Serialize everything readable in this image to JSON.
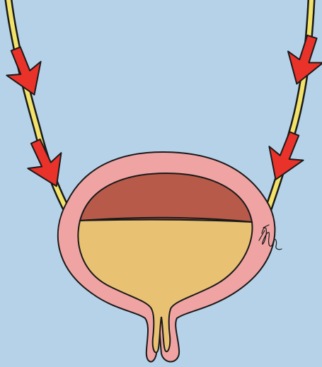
{
  "diagram": {
    "background_color": "#b6d2e8",
    "outline_color": "#1a1a1a",
    "ureter_color": "#f2e26a",
    "bladder_wall_color": "#f0a3a3",
    "upper_cavity_color": "#b85a4a",
    "fluid_color": "#e8c173",
    "arrow_color": "#e8322a",
    "arrows": [
      {
        "side": "left",
        "direction": "down"
      },
      {
        "side": "left",
        "direction": "down"
      },
      {
        "side": "right",
        "direction": "down"
      },
      {
        "side": "right",
        "direction": "down"
      }
    ],
    "artist_mark": "signature"
  }
}
